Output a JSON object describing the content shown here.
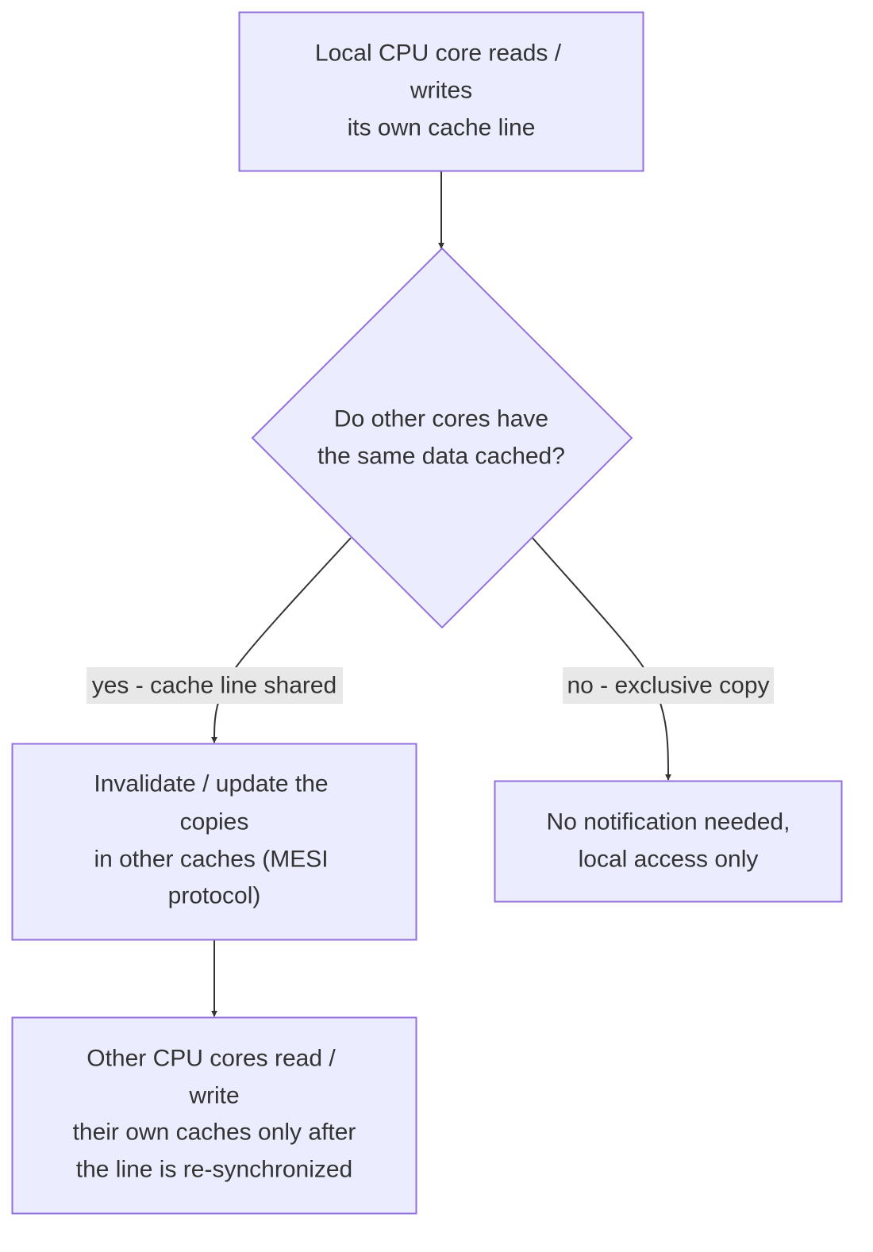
{
  "colors": {
    "node_fill": "#ececff",
    "node_stroke": "#9370db",
    "edge": "#333333",
    "edge_label_bg": "#e8e8e8",
    "text": "#333333"
  },
  "nodes": {
    "start": {
      "shape": "rectangle",
      "lines": [
        "Local CPU core reads /",
        "writes",
        "its own cache line"
      ]
    },
    "decision": {
      "shape": "diamond",
      "lines": [
        "Do other cores have",
        "the same data cached?"
      ]
    },
    "invalidate": {
      "shape": "rectangle",
      "lines": [
        "Invalidate / update the",
        "copies",
        "in other caches (MESI",
        "protocol)"
      ]
    },
    "no_notify": {
      "shape": "rectangle",
      "lines": [
        "No notification needed,",
        "local access only"
      ]
    },
    "resync": {
      "shape": "rectangle",
      "lines": [
        "Other CPU cores read /",
        "write",
        "their own caches only after",
        "the line is re-synchronized"
      ]
    }
  },
  "edges": {
    "start_to_decision": {
      "from": "start",
      "to": "decision",
      "label": ""
    },
    "decision_yes": {
      "from": "decision",
      "to": "invalidate",
      "label": "yes - cache line shared"
    },
    "decision_no": {
      "from": "decision",
      "to": "no_notify",
      "label": "no - exclusive copy"
    },
    "invalidate_to_resync": {
      "from": "invalidate",
      "to": "resync",
      "label": ""
    }
  }
}
